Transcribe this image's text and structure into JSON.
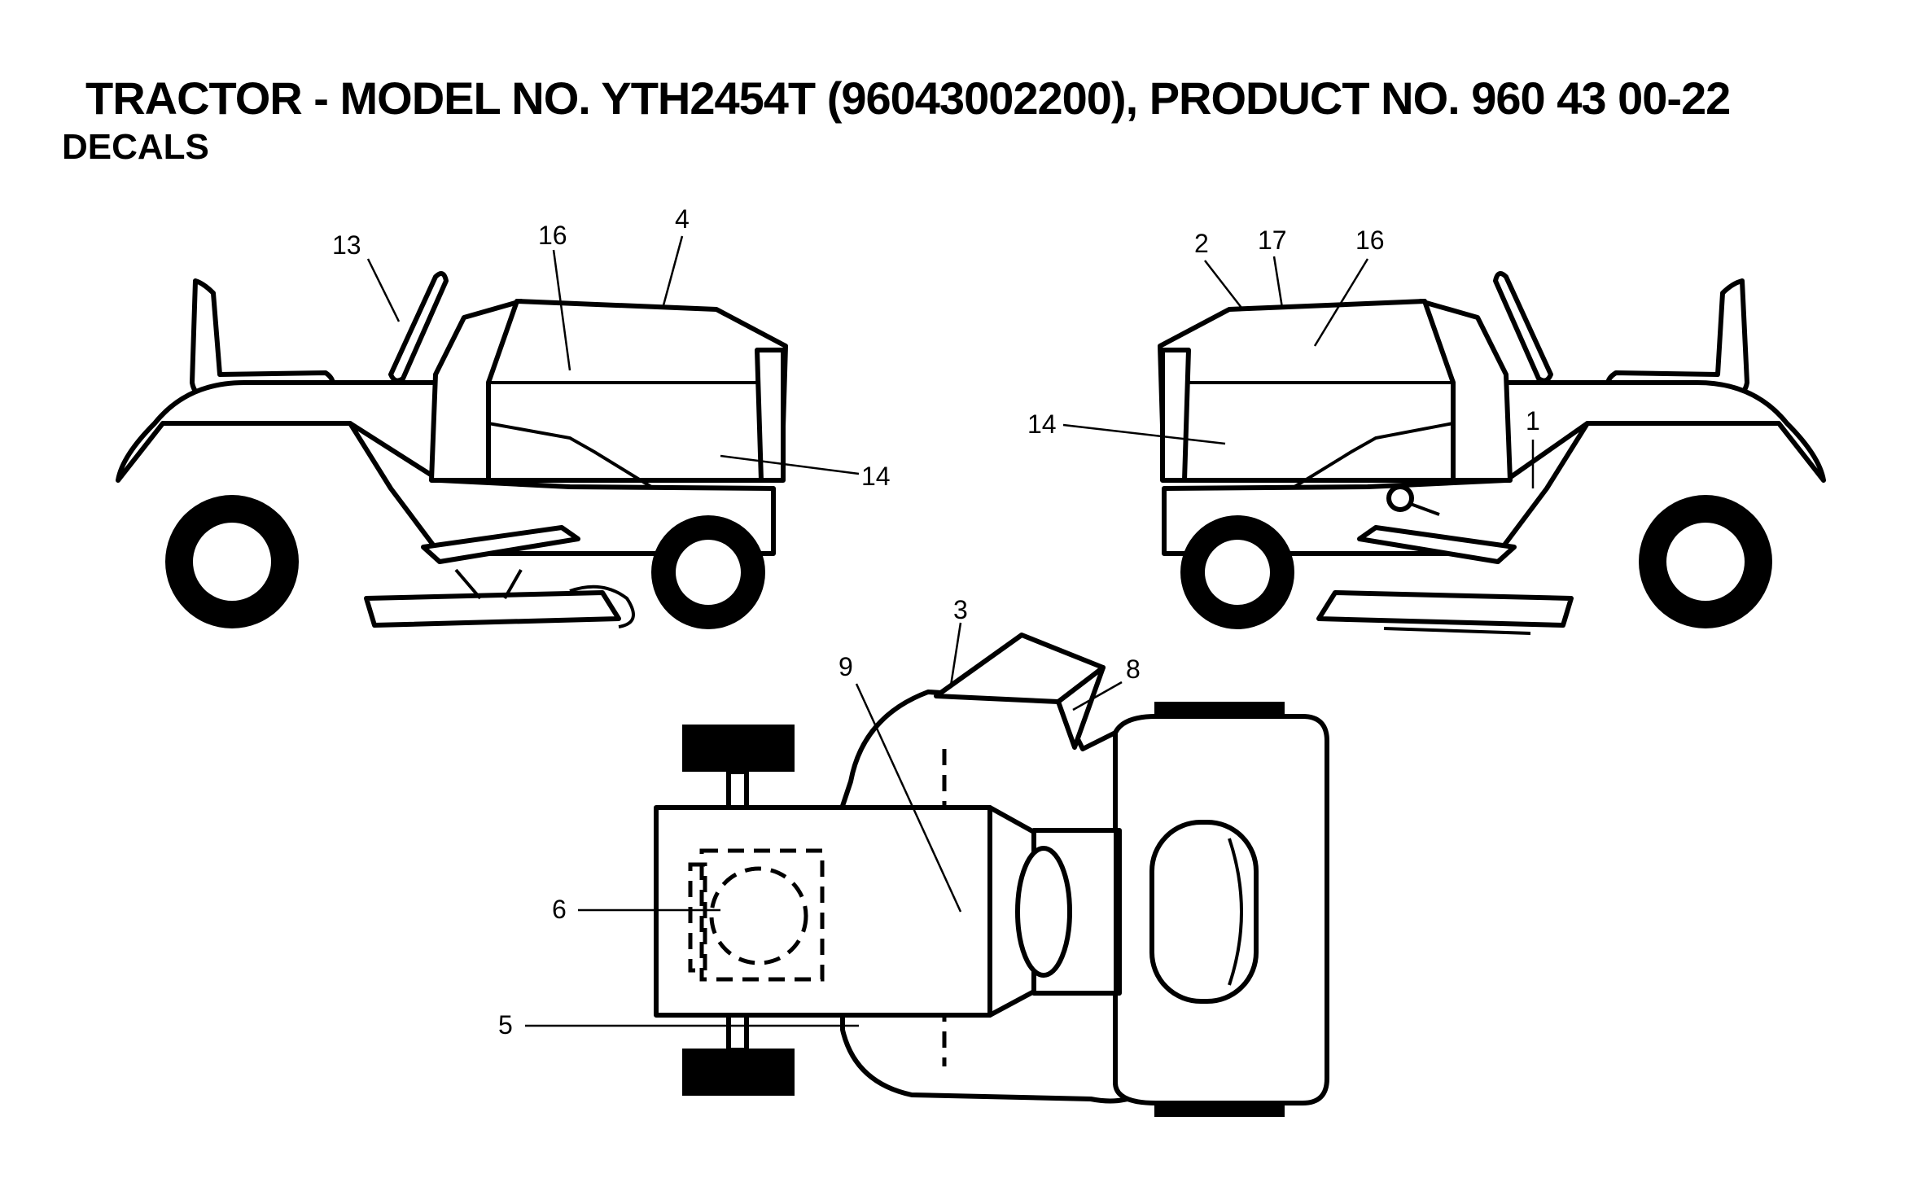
{
  "title": "TRACTOR - MODEL NO. YTH2454T (96043002200), PRODUCT NO. 960 43 00-22",
  "subtitle": "DECALS",
  "callouts": {
    "left_13": "13",
    "left_16": "16",
    "left_4": "4",
    "left_14": "14",
    "right_2": "2",
    "right_17": "17",
    "right_16": "16",
    "right_14": "14",
    "right_1": "1",
    "top_3": "3",
    "top_8": "8",
    "top_9": "9",
    "top_6": "6",
    "top_5": "5"
  }
}
